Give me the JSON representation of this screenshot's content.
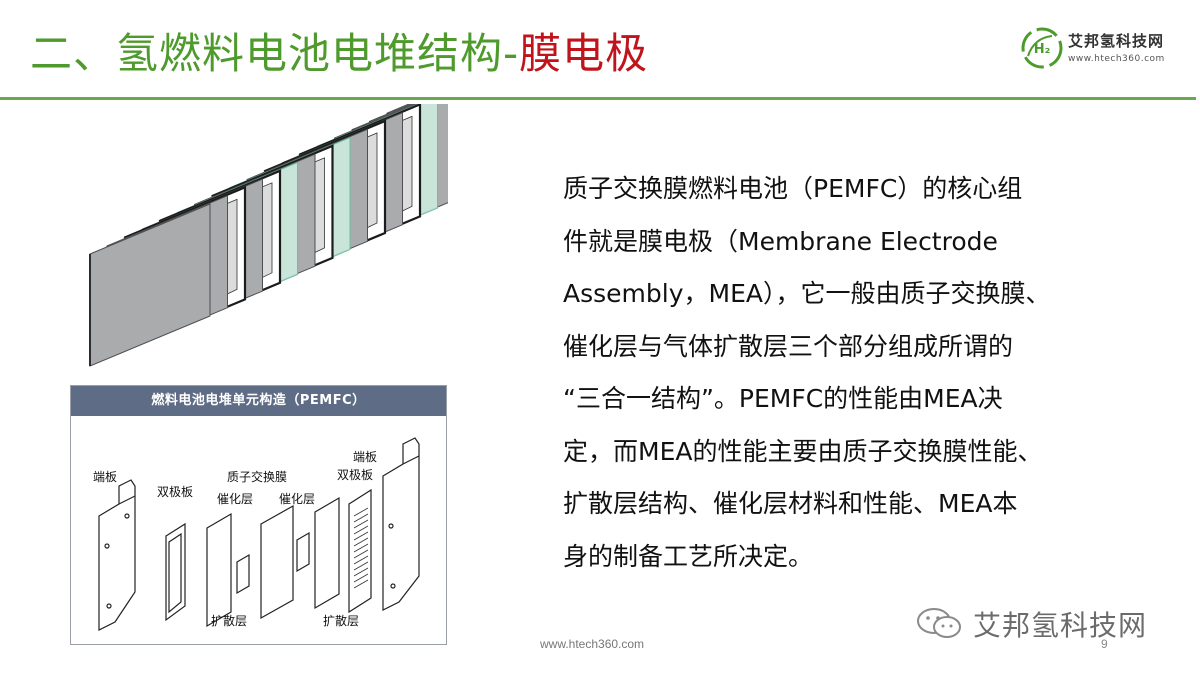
{
  "slide": {
    "title_main": "二、氢燃料电池电堆结构-",
    "title_accent": "膜电极",
    "title_main_color": "#4e9a2c",
    "title_accent_color": "#c0141c",
    "rule_color": "#6aa84f"
  },
  "logo": {
    "name": "艾邦氢科技网",
    "url": "www.htech360.com",
    "mark_text": "H₂",
    "icon": "h2-leaf-logo-icon"
  },
  "diagram": {
    "header": "燃料电池电堆单元构造（PEMFC）",
    "labels": {
      "end_plate_left": "端板",
      "bipolar_left": "双极板",
      "membrane": "质子交换膜",
      "catalyst_left": "催化层",
      "catalyst_right": "催化层",
      "bipolar_right": "双极板",
      "end_plate_right": "端板",
      "diffusion_left": "扩散层",
      "diffusion_right": "扩散层"
    }
  },
  "text": {
    "lines": [
      "质子交换膜燃料电池（PEMFC）的核心组",
      "件就是膜电极（Membrane Electrode",
      "Assembly，MEA），它一般由质子交换膜、",
      "催化层与气体扩散层三个部分组成所谓的",
      "“三合一结构”。PEMFC的性能由MEA决",
      "定，而MEA的性能主要由质子交换膜性能、",
      "扩散层结构、催化层材料和性能、MEA本",
      "身的制备工艺所决定。"
    ]
  },
  "footer": {
    "url": "www.htech360.com",
    "page": "9",
    "watermark": "艾邦氢科技网",
    "watermark_icon": "wechat-icon"
  }
}
